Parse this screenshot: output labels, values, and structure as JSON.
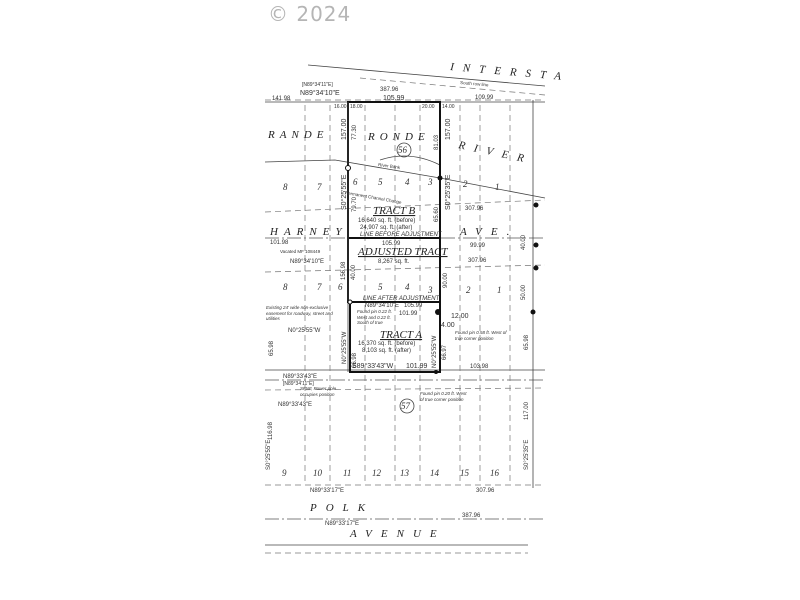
{
  "copyright": "© 2024",
  "roads": {
    "interstate": "INTERSTA",
    "grande_ronde_1": "RANDE",
    "grande_ronde_2": "RONDE",
    "river": "RIVER",
    "harney": "HARNEY",
    "ave": "AVE.",
    "polk": "POLK",
    "avenue": "AVENUE"
  },
  "notes": {
    "south_row_line": "South row line",
    "river_bank": "River Bank",
    "permanent_channel_change": "Permanent Channel Change",
    "vacated": "Vacated MF 108449",
    "easement": "Existing 24' wide non-exclusive easement for roadway, street and utilities",
    "found_pin_left": "Found pin 0.22 ft. West and 0.22 ft. South of true",
    "found_pin_right": "Found pin 0.58 ft. West of true corner position",
    "power_pole": "SFNF, Power pole occupies position",
    "found_pin_bottom": "Found pin 0.20 ft. West of true corner position",
    "line_before": "LINE BEFORE ADJUSTMENT",
    "line_after": "LINE AFTER ADJUSTMENT"
  },
  "tracts": {
    "tract_b": {
      "title": "TRACT B",
      "before": "16,640 sq. ft. (before)",
      "after": "24,907 sq. ft. (after)"
    },
    "adjusted": {
      "title": "ADJUSTED TRACT",
      "area": "8,267 sq. ft."
    },
    "tract_a": {
      "title": "TRACT A",
      "before": "16,370 sq. ft. (before)",
      "after": "8,103 sq. ft. (after)"
    }
  },
  "blocks": [
    "56",
    "57"
  ],
  "lots_upper": [
    "8",
    "7",
    "6",
    "5",
    "4",
    "3",
    "2",
    "1"
  ],
  "lots_middle": [
    "8",
    "7",
    "6",
    "5",
    "4",
    "3",
    "2",
    "1"
  ],
  "lots_lower": [
    "9",
    "10",
    "11",
    "12",
    "13",
    "14",
    "15",
    "16"
  ],
  "dims": {
    "d141_98": "141.98",
    "bearing_top": "N89°34'10\"E",
    "bearing_top_rec": "[N89°34'11\"E]",
    "d105_99_top": "105.99",
    "d387_96_top": "387.96",
    "d109_99": "109.99",
    "d157_left": "157.00",
    "d157_right": "157.00",
    "d77_30": "77.30",
    "d81_03": "81.03",
    "d16_00": "16.00",
    "d18_00": "18.00",
    "d20_00": "20.00",
    "d14_00": "14.00",
    "bearing_left": "S0°25'55\"E",
    "bearing_right": "S0°25'35\"E",
    "d79_70": "79.70",
    "d65_60": "65.60",
    "d105_99_mid": "105.99",
    "d101_98": "101.98",
    "d307_96": "307.96",
    "d99_99": "99.99",
    "d156_98": "156.98",
    "d40_00": "40.00",
    "d90_00": "90.00",
    "bearing_mid_left": "N89°34'10\"E",
    "bearing_after": "N89°34'10\"E",
    "d105_99_after": "105.99",
    "d101_99_pin": "101.99",
    "d12_00": "12.00",
    "d4_00": "4.00",
    "bearing_tract_a_left": "N0°25'55\"W",
    "bearing_tract_a_right": "N0°25'55\"W",
    "d66_98": "66.98",
    "d66_97": "66.97",
    "bearing_bottom": "S89°33'43\"W",
    "d101_99_bottom": "101.99",
    "d103_98": "103.98",
    "bearing_lower": "N89°33'43\"E",
    "bearing_lower_rec": "[N89°34'11\"E]",
    "d116_98": "116.98",
    "d117_00": "117.00",
    "bearing_s0_left": "S0°25'55\"E",
    "bearing_s0_right": "S0°25'35\"E",
    "bearing_polk_north": "N89°33'17\"E",
    "bearing_polk": "N89°33'17\"E",
    "d387_96_polk": "387.96",
    "d307_96_polk": "307.96",
    "d40_00_right": "40.00",
    "d50_00": "50.00",
    "d65_98": "65.98"
  }
}
